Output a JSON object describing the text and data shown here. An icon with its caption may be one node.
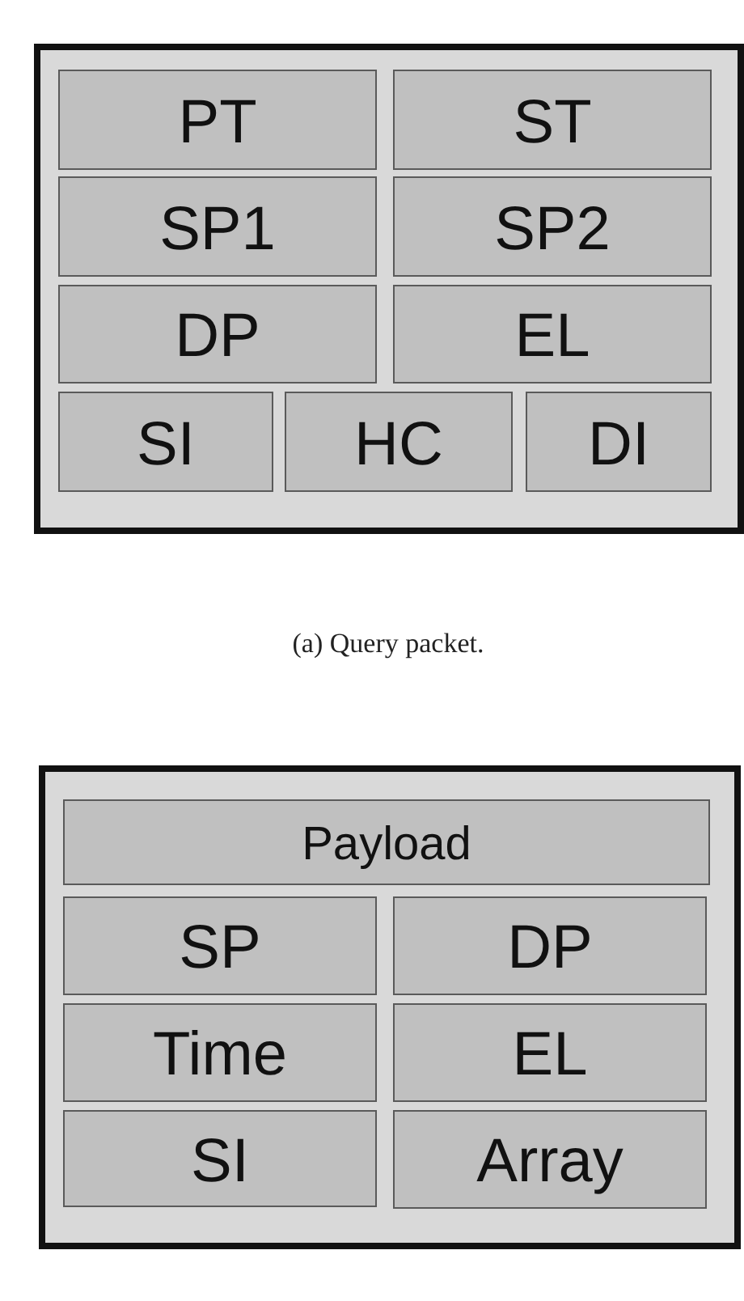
{
  "diagram": {
    "nodes": [
      {
        "text": [],
        "shape": "box"
      },
      {
        "text": [
          "PT"
        ],
        "in": 0
      },
      {
        "text": [
          "ST"
        ],
        "in": 0
      },
      {
        "text": [
          "SP1"
        ],
        "in": 0
      },
      {
        "text": [
          "SP2"
        ],
        "in": 0
      },
      {
        "text": [
          "DP"
        ],
        "in": 0
      },
      {
        "text": [
          "EL"
        ],
        "in": 0
      },
      {
        "text": [
          "SI"
        ],
        "in": 0
      },
      {
        "text": [
          "HC"
        ],
        "in": 0
      },
      {
        "text": [
          "DI"
        ],
        "in": 0
      },
      {
        "text": [],
        "shape": "box"
      },
      {
        "text": [
          "Payload"
        ],
        "in": 10
      },
      {
        "text": [
          "SP"
        ],
        "in": 10
      },
      {
        "text": [
          "DP"
        ],
        "in": 10
      },
      {
        "text": [
          "Time"
        ],
        "in": 10
      },
      {
        "text": [
          "EL"
        ],
        "in": 10
      },
      {
        "text": [
          "SI"
        ],
        "in": 10
      },
      {
        "text": [
          "Array"
        ],
        "in": 10
      }
    ],
    "labels": [
      "(a) Query packet."
    ]
  }
}
